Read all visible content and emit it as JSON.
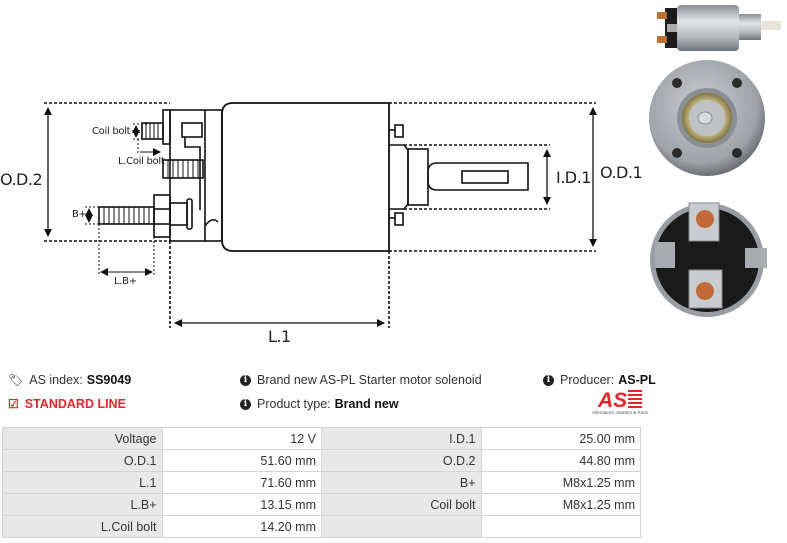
{
  "diagram": {
    "labels": {
      "od2": "O.D.2",
      "od1": "O.D.1",
      "id1": "I.D.1",
      "l1": "L.1",
      "coil_bolt": "Coil bolt",
      "l_coil_bolt": "L.Coil bolt",
      "b_plus": "B+",
      "l_b_plus": "L.B+"
    }
  },
  "photos": [
    "side-view",
    "front-view",
    "terminal-view"
  ],
  "info": {
    "as_index_label": "AS index:",
    "as_index_value": "SS9049",
    "line_label": "STANDARD LINE",
    "description": "Brand new AS-PL Starter motor solenoid",
    "product_type_label": "Product type:",
    "product_type_value": "Brand new",
    "producer_label": "Producer:",
    "producer_value": "AS-PL",
    "logo_text": "AS",
    "logo_tagline": "Alternators, Starters & Parts"
  },
  "colors": {
    "accent_red": "#e3252c",
    "key_bg": "#e8e8e8"
  },
  "specs": [
    {
      "k1": "Voltage",
      "v1": "12 V",
      "k2": "I.D.1",
      "v2": "25.00 mm"
    },
    {
      "k1": "O.D.1",
      "v1": "51.60 mm",
      "k2": "O.D.2",
      "v2": "44.80 mm"
    },
    {
      "k1": "L.1",
      "v1": "71.60 mm",
      "k2": "B+",
      "v2": "M8x1.25 mm"
    },
    {
      "k1": "L.B+",
      "v1": "13.15 mm",
      "k2": "Coil bolt",
      "v2": "M8x1.25 mm"
    },
    {
      "k1": "L.Coil bolt",
      "v1": "14.20 mm",
      "k2": "",
      "v2": ""
    }
  ]
}
